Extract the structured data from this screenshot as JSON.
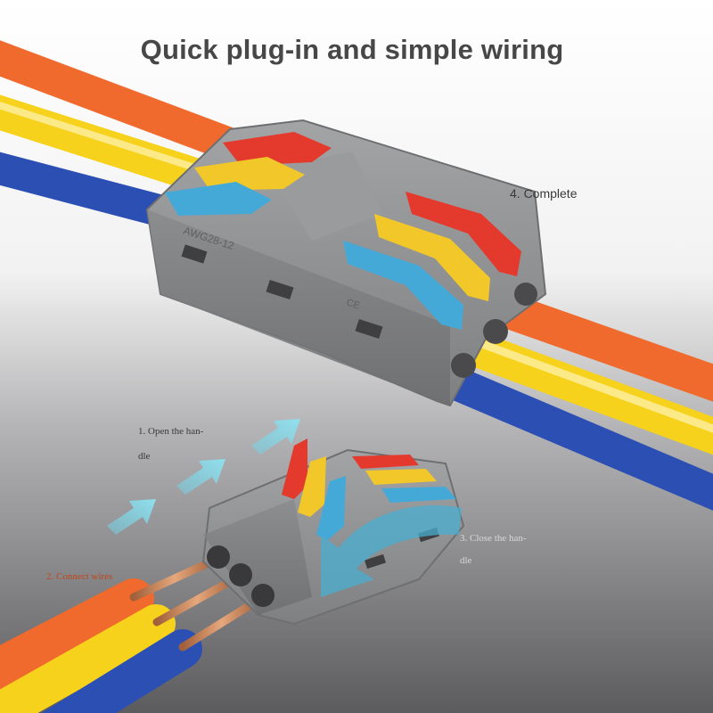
{
  "headline": "Quick plug-in and simple wiring",
  "steps": {
    "step1_line1": "1. Open the han-",
    "step1_line2": "dle",
    "step2": "2. Connect wires",
    "step3_line1": "3. Close the han-",
    "step3_line2": "dle",
    "step4": "4. Complete"
  },
  "connector_markings": {
    "wire_gauge": "AWG28-12",
    "cert_mark": "CE"
  },
  "colors": {
    "background_top": "#ffffff",
    "background_bottom": "#5c5c5e",
    "connector_gray": "#8f9092",
    "wire_orange": "#ef6a2c",
    "wire_yellow": "#f6d21c",
    "wire_blue": "#2c4fb3",
    "lever_red": "#e43a2e",
    "lever_yellow": "#f2c72a",
    "lever_blue": "#45a9d8",
    "arrow_cyan": "#6fd3e8",
    "copper": "#c8845a"
  }
}
